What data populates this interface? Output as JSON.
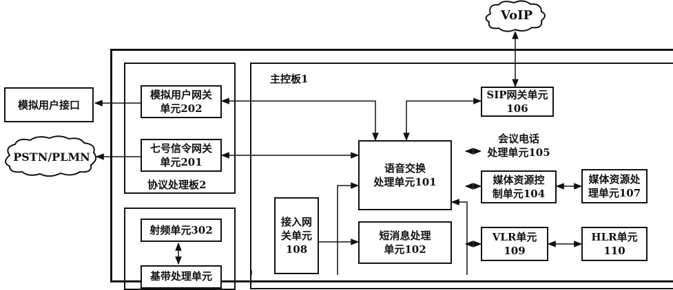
{
  "clouds": {
    "voip": "VoIP",
    "pstn": "PSTN/PLMN"
  },
  "external": {
    "analog_interface": "模拟用户接口"
  },
  "protocol_board": {
    "title": "协议处理板2",
    "analog_gateway": [
      "模拟用户网关",
      "单元202"
    ],
    "ss7_gateway": [
      "七号信令网关",
      "单元201"
    ]
  },
  "rf_board": {
    "rf_unit": "射频单元302",
    "baseband_unit": "基带处理单元"
  },
  "main_board": {
    "title": "主控板1",
    "sip_gateway": [
      "SIP网关单元",
      "106"
    ],
    "conference": [
      "会议电话",
      "处理单元105"
    ],
    "voice_switch": [
      "语音交换",
      "处理单元101"
    ],
    "media_control": [
      "媒体资源控",
      "制单元104"
    ],
    "media_process": [
      "媒体资源处",
      "理单元107"
    ],
    "access_gateway": [
      "接入网",
      "关单元",
      "108"
    ],
    "sms": [
      "短消息处理",
      "单元102"
    ],
    "vlr": [
      "VLR单元",
      "109"
    ],
    "hlr": [
      "HLR单元",
      "110"
    ]
  }
}
